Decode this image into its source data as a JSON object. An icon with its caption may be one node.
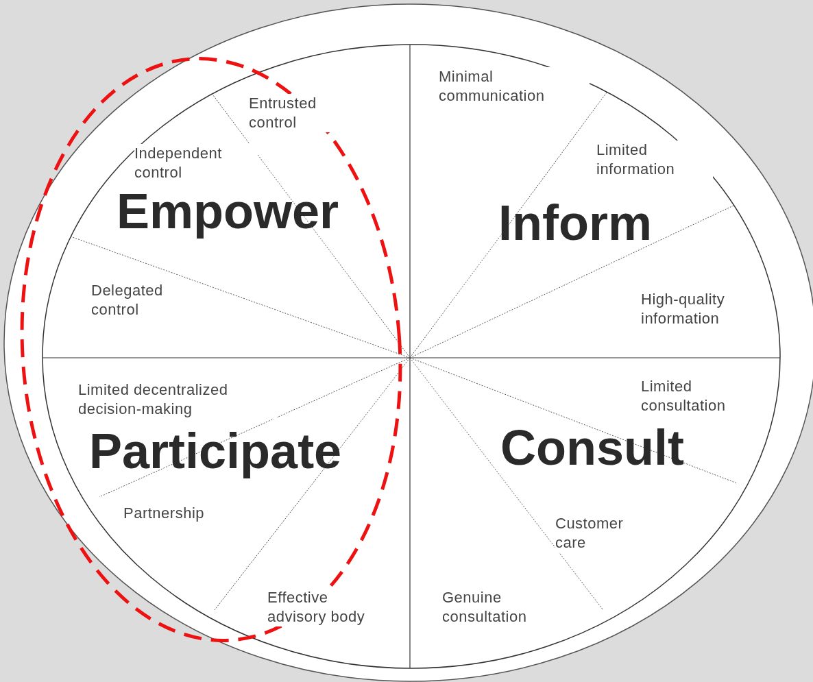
{
  "diagram": {
    "labels": [
      "Minimal communication",
      "Entrusted control",
      "Independent control",
      "Limited information",
      "Empower",
      "Inform",
      "Delegated control",
      "High-quality information",
      "Limited decentralized decision-making",
      "Limited consultation",
      "Participate",
      "Consult",
      "Partnership",
      "Customer care",
      "Effective advisory body",
      "Genuine consultation"
    ]
  }
}
